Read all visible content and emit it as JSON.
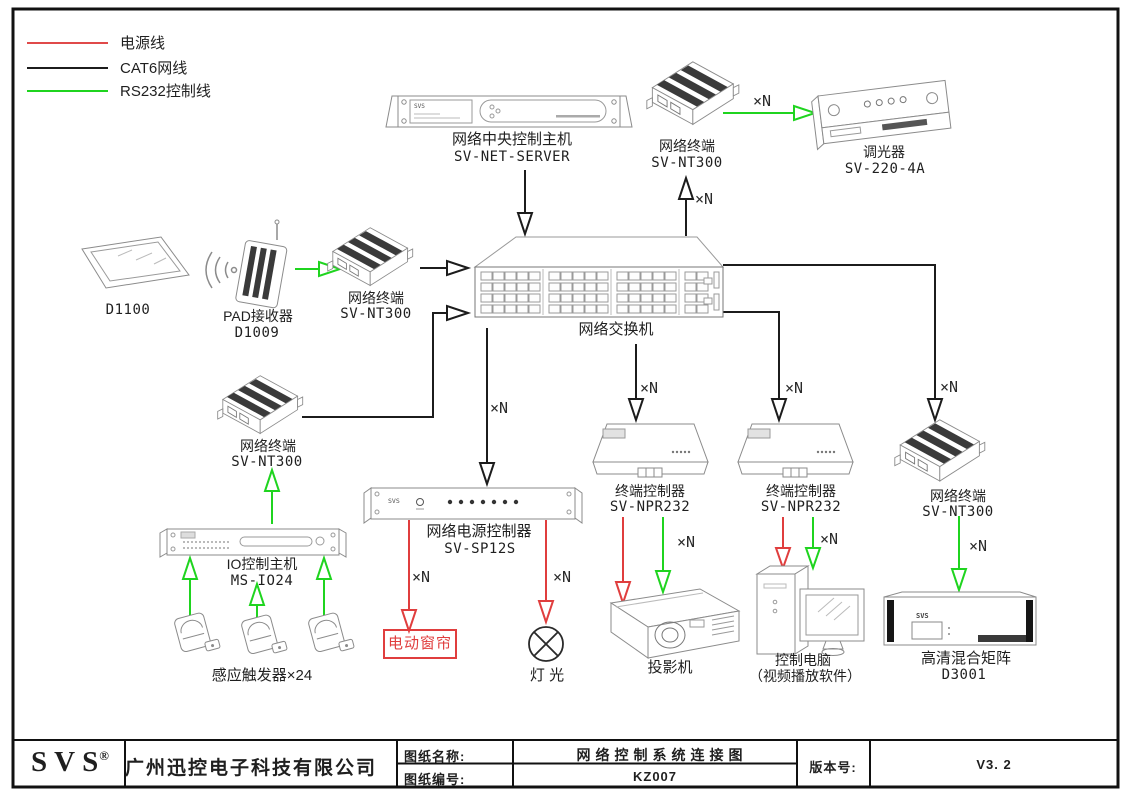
{
  "legend": {
    "items": [
      {
        "label": "电源线",
        "color": "#e04a4a"
      },
      {
        "label": "CAT6网线",
        "color": "#1c1c1c"
      },
      {
        "label": "RS232控制线",
        "color": "#1fd41f"
      }
    ]
  },
  "xn": "×N",
  "brand": {
    "svs": "SVS",
    "reg": "®"
  },
  "devices": {
    "server": {
      "name": "网络中央控制主机",
      "model": "SV-NET-SERVER"
    },
    "switch": {
      "name": "网络交换机"
    },
    "nt300_top": {
      "name": "网络终端",
      "model": "SV-NT300"
    },
    "dimmer": {
      "name": "调光器",
      "model": "SV-220-4A"
    },
    "pad": {
      "model": "D1100"
    },
    "pad_rx": {
      "name": "PAD接收器",
      "model": "D1009"
    },
    "nt300_left": {
      "name": "网络终端",
      "model": "SV-NT300"
    },
    "nt300_mid": {
      "name": "网络终端",
      "model": "SV-NT300"
    },
    "io_host": {
      "name": "IO控制主机",
      "model": "MS-IO24"
    },
    "sensors": {
      "name": "感应触发器×24"
    },
    "power_ctrl": {
      "name": "网络电源控制器",
      "model": "SV-SP12S"
    },
    "curtain": {
      "name": "电动窗帘"
    },
    "light": {
      "name": "灯 光"
    },
    "npr1": {
      "name": "终端控制器",
      "model": "SV-NPR232"
    },
    "projector": {
      "name": "投影机"
    },
    "npr2": {
      "name": "终端控制器",
      "model": "SV-NPR232"
    },
    "pc": {
      "name": "控制电脑",
      "sub": "（视频播放软件）"
    },
    "nt300_right": {
      "name": "网络终端",
      "model": "SV-NT300"
    },
    "matrix": {
      "name": "高清混合矩阵",
      "model": "D3001"
    }
  },
  "titleblock": {
    "company": "广州迅控电子科技有限公司",
    "name_label": "图纸名称:",
    "name_value": "网络控制系统连接图",
    "no_label": "图纸编号:",
    "no_value": "KZ007",
    "ver_label": "版本号:",
    "ver_value": "V3. 2"
  }
}
